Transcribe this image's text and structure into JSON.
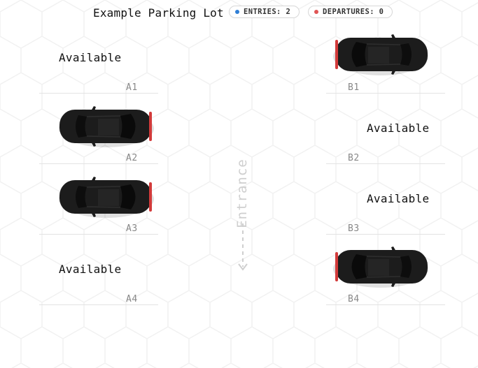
{
  "header": {
    "title": "Example Parking Lot",
    "entries_label": "ENTRIES: 2",
    "departures_label": "DEPARTURES: 0",
    "entries_color": "#2f7fd6",
    "departures_color": "#e05555"
  },
  "lot": {
    "entrance_label": "Entrance",
    "entrance_arrow": "<-----",
    "available_text": "Available",
    "left_column": [
      {
        "id": "A1",
        "status": "Available"
      },
      {
        "id": "A2",
        "status": "occupied"
      },
      {
        "id": "A3",
        "status": "occupied"
      },
      {
        "id": "A4",
        "status": "Available"
      }
    ],
    "right_column": [
      {
        "id": "B1",
        "status": "occupied"
      },
      {
        "id": "B2",
        "status": "Available"
      },
      {
        "id": "B3",
        "status": "Available"
      },
      {
        "id": "B4",
        "status": "occupied"
      }
    ]
  },
  "colors": {
    "car_body": "#1c1c1c",
    "brake_light": "#d23a3a",
    "grid_line": "#e3e3e3"
  }
}
